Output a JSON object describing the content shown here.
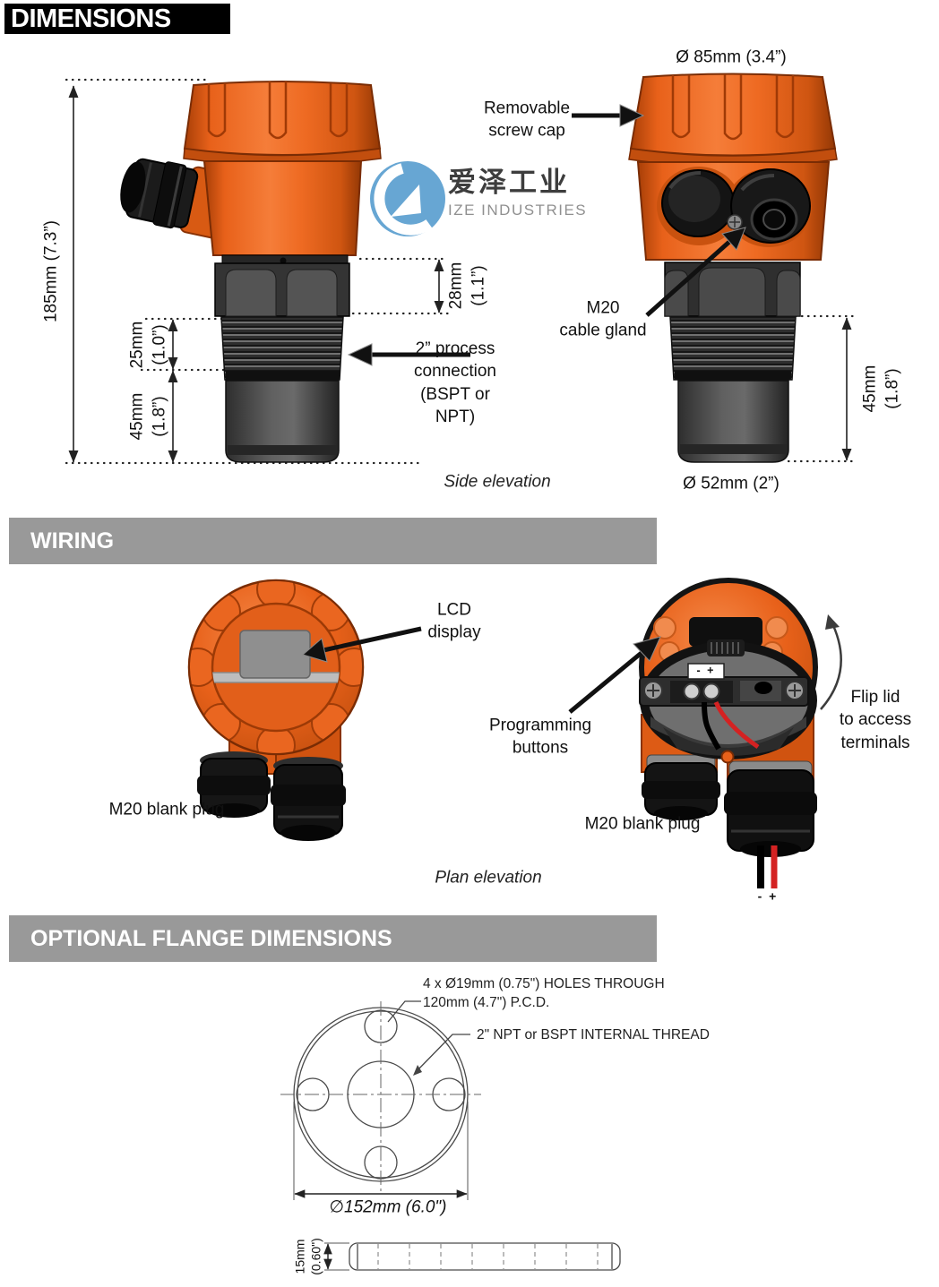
{
  "headers": {
    "dimensions": "DIMENSIONS",
    "wiring": "WIRING",
    "flange": "OPTIONAL FLANGE DIMENSIONS"
  },
  "logo": {
    "name_cn": "爱泽工业",
    "name_en": "IZE INDUSTRIES"
  },
  "side_view": {
    "caption": "Side elevation",
    "dim_total_height": "185mm (7.3”)",
    "dim_hex": [
      "28mm",
      "(1.1”)"
    ],
    "dim_thread": [
      "25mm",
      "(1.0”)"
    ],
    "dim_transducer": [
      "45mm",
      "(1.8”)"
    ],
    "callout_process": [
      "2” process",
      "connection",
      "(BSPT or",
      "NPT)"
    ]
  },
  "front_view": {
    "dim_cap_diameter": "Ø 85mm (3.4”)",
    "callout_cap": [
      "Removable",
      "screw cap"
    ],
    "callout_gland": [
      "M20",
      "cable gland"
    ],
    "dim_transducer": [
      "45mm",
      "(1.8”)"
    ],
    "dim_base_diameter": "Ø 52mm (2”)"
  },
  "wiring": {
    "caption": "Plan elevation",
    "callout_lcd": [
      "LCD",
      "display"
    ],
    "callout_buttons": [
      "Programming",
      "buttons"
    ],
    "callout_flip": [
      "Flip lid",
      "to access",
      "terminals"
    ],
    "label_plug_left": "M20 blank plug",
    "label_plug_right": "M20 blank plug",
    "terminal_label": "- +",
    "wire_label": "- +"
  },
  "flange": {
    "callout_holes_1": "4 x Ø19mm (0.75\") HOLES THROUGH",
    "callout_holes_2": "120mm (4.7\") P.C.D.",
    "callout_thread": "2\" NPT or BSPT INTERNAL THREAD",
    "dim_outer_diameter": "∅152mm (6.0\")",
    "dim_thickness": [
      "15mm",
      "(0.60\")"
    ]
  },
  "colors": {
    "orange": "#e8611a",
    "header_gray": "#999999",
    "logo_blue": "#5b9fd0",
    "wire_red": "#d42222"
  }
}
